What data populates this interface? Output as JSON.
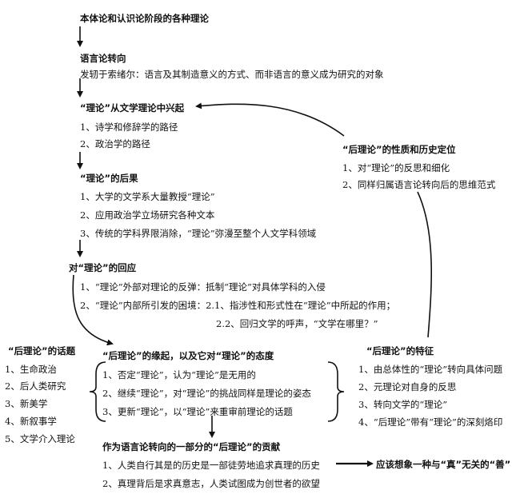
{
  "title": "本体论和认识论阶段的各种理论",
  "linguistic_turn": {
    "heading": "语言论转向",
    "desc": "发轫于索绪尔：语言及其制造意义的方式、而非语言的意义成为研究的对象"
  },
  "rise": {
    "heading": "“理论”从文学理论中兴起",
    "items": [
      "1、诗学和修辞学的路径",
      "2、政治学的路径"
    ]
  },
  "consequences": {
    "heading": "“理论”的后果",
    "items": [
      "1、大学的文学系大量教授“理论”",
      "2、应用政治学立场研究各种文本",
      "3、传统的学科界限消除，“理论”弥漫至整个人文学科领域"
    ]
  },
  "response": {
    "heading": "对“理论”的回应",
    "item1": "1、“理论”外部对理论的反弹：抵制“理论”对具体学科的入侵",
    "item2": "2、“理论”内部所引发的困境：2.1、指涉性和形式性在“理论”中所起的作用；",
    "item2b": "2.2、回归文学的呼声，“文学在哪里？”"
  },
  "post_nature": {
    "heading": "“后理论”的性质和历史定位",
    "items": [
      "1、对“理论”的反思和细化",
      "2、同样归属语言论转向后的思维范式"
    ]
  },
  "post_topics": {
    "heading": "“后理论”的话题",
    "items": [
      "1、生命政治",
      "2、后人类研究",
      "3、新美学",
      "4、新叙事学",
      "5、文学介入理论"
    ]
  },
  "post_origin": {
    "heading": "“后理论”的缘起，以及它对“理论”的态度",
    "items": [
      "1、否定“理论”，认为“理论”是无用的",
      "2、继续“理论”，对“理论”的挑战同样是理论的姿态",
      "3、更新“理论”，以“理论”来重审前理论的话题"
    ]
  },
  "post_features": {
    "heading": "“后理论”的特征",
    "items": [
      "1、由总体性的“理论”转向具体问题",
      "2、元理论对自身的反思",
      "3、转向文学的“理论”",
      "4、“后理论”带有“理论”的深刻烙印"
    ]
  },
  "contribution": {
    "heading": "作为语言论转向的一部分的“后理论”的贡献",
    "items": [
      "1、人类自行其是的历史是一部徒劳地追求真理的历史",
      "2、真理背后是求真意志，人类试图成为创世者的欲望"
    ]
  },
  "conclusion": "应该想象一种与“真”无关的“善”"
}
